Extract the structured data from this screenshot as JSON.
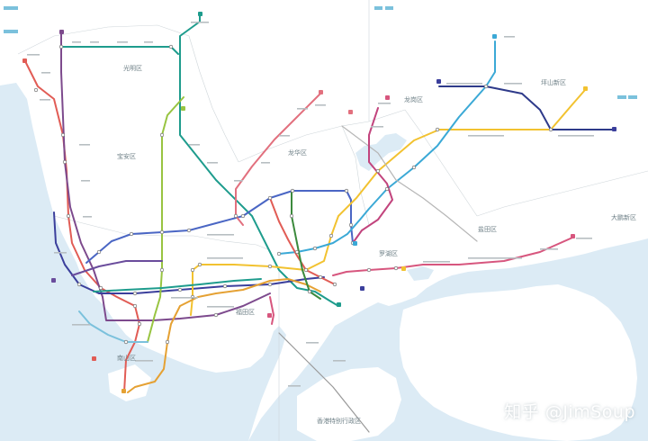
{
  "map": {
    "districts": [
      "光明区",
      "宝安区",
      "龙华区",
      "坪山新区",
      "龙岗区",
      "盐田区",
      "大鹏新区",
      "罗湖区",
      "福田区",
      "南山区",
      "香港特别行政区"
    ],
    "watermark": "知乎 @JimSoup",
    "colors": {
      "water": "#dcebf5",
      "land": "#ffffff",
      "lines": [
        "#e15c55",
        "#7d4a8d",
        "#1e9c8d",
        "#6a4c9c",
        "#4a66c4",
        "#98c441",
        "#e2707e",
        "#f2c230",
        "#3ba9d6",
        "#2e3a8a",
        "#e5a133",
        "#999999",
        "#d7567e",
        "#b6b6b6"
      ]
    }
  }
}
